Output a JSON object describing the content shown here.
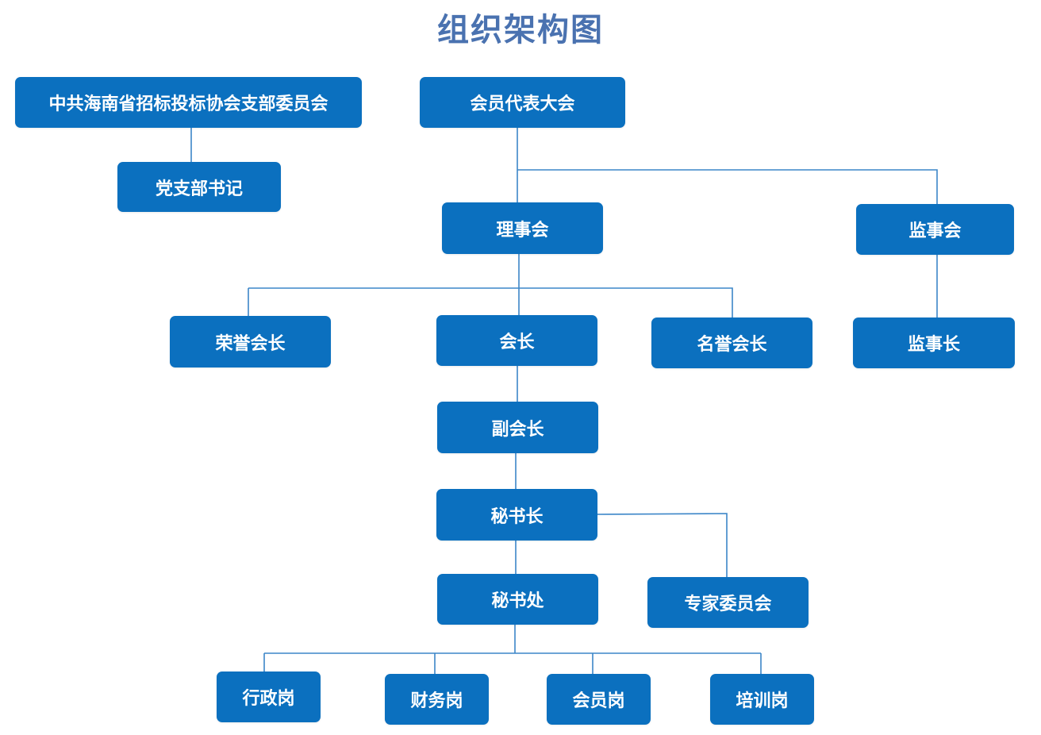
{
  "title": "组织架构图",
  "nodes": {
    "party_committee": "中共海南省招标投标协会支部委员会",
    "party_secretary": "党支部书记",
    "members_congress": "会员代表大会",
    "council": "理事会",
    "supervisory_board": "监事会",
    "honorary_president": "荣誉会长",
    "president": "会长",
    "honorary_chairman": "名誉会长",
    "chief_supervisor": "监事长",
    "vice_president": "副会长",
    "secretary_general": "秘书长",
    "secretariat": "秘书处",
    "expert_committee": "专家委员会",
    "admin_post": "行政岗",
    "finance_post": "财务岗",
    "membership_post": "会员岗",
    "training_post": "培训岗"
  },
  "colors": {
    "title": "#4a72b0",
    "node_fill": "#0b70bf",
    "node_text": "#ffffff",
    "connector": "#3c86c8"
  }
}
